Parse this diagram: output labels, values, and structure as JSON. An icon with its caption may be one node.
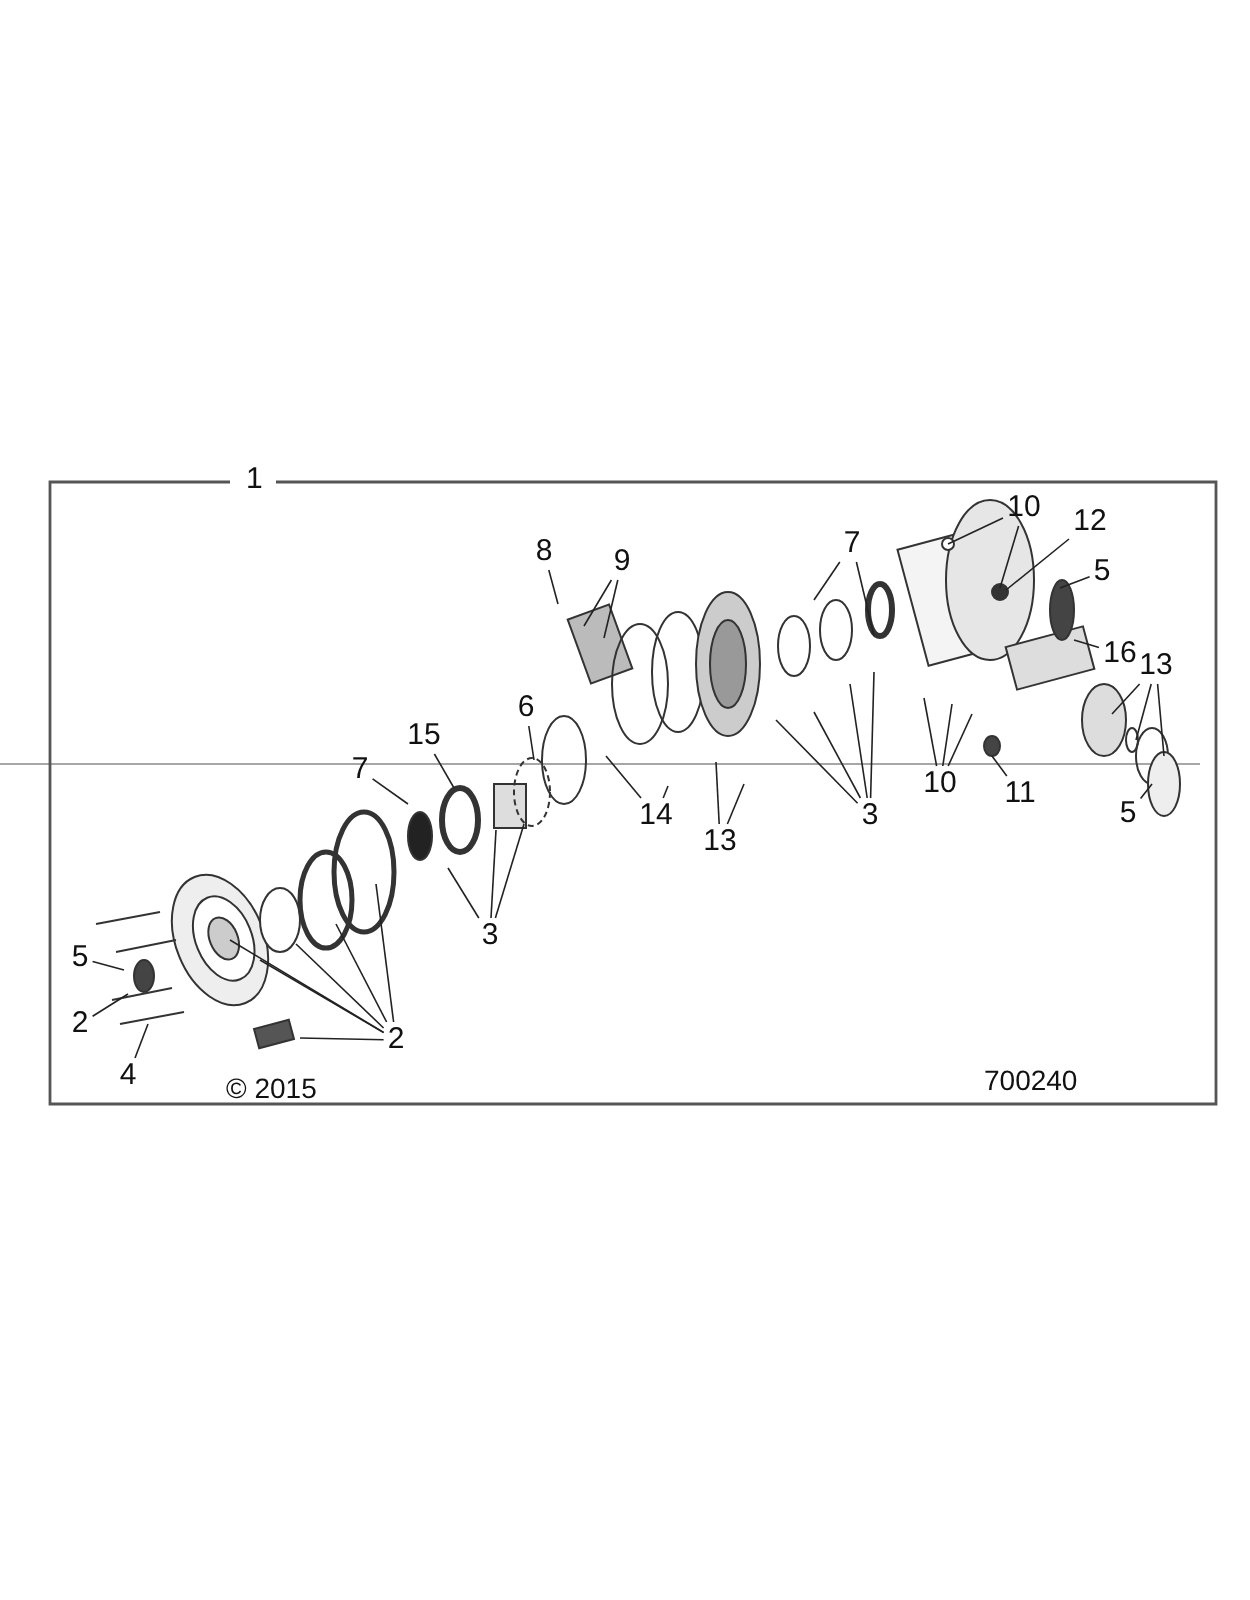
{
  "diagram": {
    "nodes": [
      {
        "text": [
          "10"
        ]
      },
      {
        "text": [
          "12"
        ]
      },
      {
        "text": [
          "5"
        ]
      },
      {
        "text": [
          "8"
        ]
      },
      {
        "text": [
          "9"
        ]
      },
      {
        "text": [
          "7"
        ]
      },
      {
        "text": [
          "16"
        ]
      },
      {
        "text": [
          "13"
        ]
      },
      {
        "text": [
          "6"
        ]
      },
      {
        "text": [
          "15"
        ]
      },
      {
        "text": [
          "7"
        ]
      },
      {
        "text": [
          "14"
        ]
      },
      {
        "text": [
          "13"
        ]
      },
      {
        "text": [
          "3"
        ]
      },
      {
        "text": [
          "10"
        ]
      },
      {
        "text": [
          "11"
        ]
      },
      {
        "text": [
          "5"
        ]
      },
      {
        "text": [
          "5"
        ]
      },
      {
        "text": [
          "3"
        ]
      },
      {
        "text": [
          "2"
        ]
      },
      {
        "text": [
          "2"
        ]
      },
      {
        "text": [
          "4"
        ]
      }
    ],
    "edges": [
      {
        "from": 0,
        "to": null,
        "arrow": "none"
      },
      {
        "from": 0,
        "to": null,
        "arrow": "none"
      },
      {
        "from": 1,
        "to": null,
        "arrow": "none"
      },
      {
        "from": 2,
        "to": null,
        "arrow": "none"
      },
      {
        "from": 3,
        "to": null,
        "arrow": "none"
      },
      {
        "from": 4,
        "to": null,
        "arrow": "none"
      },
      {
        "from": 4,
        "to": null,
        "arrow": "none"
      },
      {
        "from": 5,
        "to": null,
        "arrow": "none"
      },
      {
        "from": 5,
        "to": null,
        "arrow": "none"
      },
      {
        "from": 6,
        "to": null,
        "arrow": "none"
      },
      {
        "from": 7,
        "to": null,
        "arrow": "none"
      },
      {
        "from": 7,
        "to": null,
        "arrow": "none"
      },
      {
        "from": 7,
        "to": null,
        "arrow": "none"
      },
      {
        "from": 8,
        "to": null,
        "arrow": "none"
      },
      {
        "from": 9,
        "to": null,
        "arrow": "none"
      },
      {
        "from": 10,
        "to": null,
        "arrow": "none"
      },
      {
        "from": 11,
        "to": null,
        "arrow": "none"
      },
      {
        "from": 11,
        "to": null,
        "arrow": "none"
      },
      {
        "from": 12,
        "to": null,
        "arrow": "none"
      },
      {
        "from": 12,
        "to": null,
        "arrow": "none"
      },
      {
        "from": 13,
        "to": null,
        "arrow": "none"
      },
      {
        "from": 13,
        "to": null,
        "arrow": "none"
      },
      {
        "from": 13,
        "to": null,
        "arrow": "none"
      },
      {
        "from": 13,
        "to": null,
        "arrow": "none"
      },
      {
        "from": 14,
        "to": null,
        "arrow": "none"
      },
      {
        "from": 14,
        "to": null,
        "arrow": "none"
      },
      {
        "from": 14,
        "to": null,
        "arrow": "none"
      },
      {
        "from": 15,
        "to": null,
        "arrow": "none"
      },
      {
        "from": 16,
        "to": null,
        "arrow": "none"
      },
      {
        "from": 17,
        "to": null,
        "arrow": "none"
      },
      {
        "from": 18,
        "to": null,
        "arrow": "none"
      },
      {
        "from": 18,
        "to": null,
        "arrow": "none"
      },
      {
        "from": 18,
        "to": null,
        "arrow": "none"
      },
      {
        "from": 19,
        "to": null,
        "arrow": "none"
      },
      {
        "from": 20,
        "to": null,
        "arrow": "none"
      },
      {
        "from": 20,
        "to": null,
        "arrow": "none"
      },
      {
        "from": 20,
        "to": null,
        "arrow": "none"
      },
      {
        "from": 20,
        "to": null,
        "arrow": "none"
      },
      {
        "from": 20,
        "to": null,
        "arrow": "none"
      },
      {
        "from": 20,
        "to": null,
        "arrow": "none"
      },
      {
        "from": 21,
        "to": null,
        "arrow": "none"
      }
    ],
    "labels": [
      "1",
      "© 2015",
      "700240"
    ]
  }
}
